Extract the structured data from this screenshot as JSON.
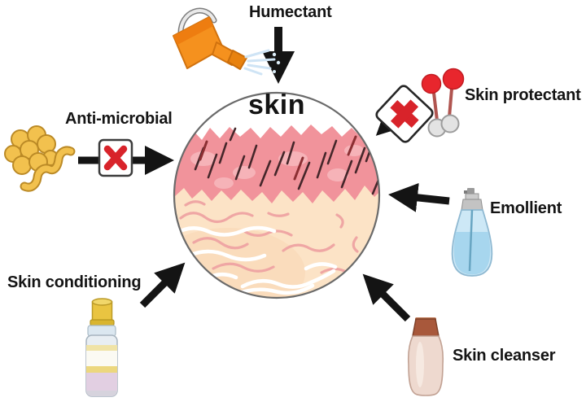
{
  "diagram": {
    "center_label": "skin",
    "items": [
      {
        "label": "Humectant",
        "icon": "watering-can",
        "position": "top",
        "arrow": "down into skin"
      },
      {
        "label": "Skin protectant",
        "icon": "molecule-with-no-sign",
        "position": "top-right",
        "arrow": "down-left into skin"
      },
      {
        "label": "Emollient",
        "icon": "spray-bottle",
        "position": "right",
        "arrow": "left into skin"
      },
      {
        "label": "Skin cleanser",
        "icon": "cleanser-bottle",
        "position": "bottom-right",
        "arrow": "up-left into skin"
      },
      {
        "label": "Skin conditioning",
        "icon": "conditioner-bottle",
        "position": "bottom-left",
        "arrow": "up-right into skin"
      },
      {
        "label": "Anti-microbial",
        "icon": "bacteria-with-cross-box",
        "position": "left",
        "arrow": "right into skin"
      }
    ],
    "colors": {
      "background": "#ffffff",
      "arrow": "#141414",
      "text": "#141414",
      "circle_outline": "#6a6a6a",
      "epidermis_pink": "#f1939b",
      "dermis_peach": "#fce3c6",
      "cross_red": "#d8232a",
      "watering_can_orange": "#f5911e",
      "bacteria_yellow": "#f2c14e",
      "spray_bottle_blue": "#a7d6ee",
      "cleanser_bottle_cream": "#eed9cf",
      "cleanser_cap_brown": "#a8583b",
      "conditioner_cap_gold": "#e9c441",
      "water_blue": "#cfe4f5",
      "molecule_red": "#e8262d"
    }
  }
}
